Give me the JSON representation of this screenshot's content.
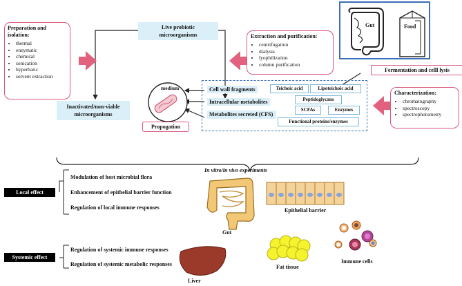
{
  "colors": {
    "pink": "#d9587b",
    "blue_fill": "#dbeff8",
    "blue_border": "#3b6fb6",
    "black": "#000000"
  },
  "prep": {
    "title": "Preparation and isolation:",
    "items": [
      "thermal",
      "enzymatic",
      "chemical",
      "sonication",
      "hyperbaric",
      "solvent extraction"
    ]
  },
  "live": {
    "label": "Live probiotic microorganisms"
  },
  "extraction": {
    "title": "Extraction and purification:",
    "items": [
      "centrifugation",
      "dialysis",
      "lyophilization",
      "column purification"
    ]
  },
  "gut_food": {
    "gut": "Gut",
    "food": "Food"
  },
  "fermentation": {
    "label": "Fermentation and celll lysis"
  },
  "medium": {
    "label": "medium"
  },
  "inactivated": {
    "label": "Inactivated/non-viable microorganisms"
  },
  "propogation": {
    "label": "Propogation"
  },
  "components": {
    "cell_wall": "Cell wall fragments",
    "intracellular": "Intracellular metabolites",
    "secreted": "Metabolites secreted (CFS)",
    "teichoic": "Teichoic acid",
    "lipoteichoic": "Lipoteichoic acid",
    "peptidoglycans": "Peptidoglycans",
    "scfas": "SCFAs",
    "enzymes": "Enzymes",
    "proteins": "Functional proteins/enzymes"
  },
  "characterization": {
    "title": "Characterization:",
    "items": [
      "chromatography",
      "spectroscopy",
      "spectrophotometry"
    ]
  },
  "experiments": {
    "label": "In vitro/in vivo experiments"
  },
  "local": {
    "label": "Local effect",
    "items": [
      "Modulation of host microbial flora",
      "Enhancement of epithelial barrier function",
      "Regulation of local immune responses"
    ]
  },
  "systemic": {
    "label": "Systemic effect",
    "items": [
      "Regulation of systemic immune responses",
      "Regulation of systemic metabolic responses"
    ]
  },
  "organs": {
    "gut": "Gut",
    "epithelial": "Epithelial barrier",
    "liver": "Liver",
    "fat": "Fat tissue",
    "immune": "Immune cells"
  }
}
